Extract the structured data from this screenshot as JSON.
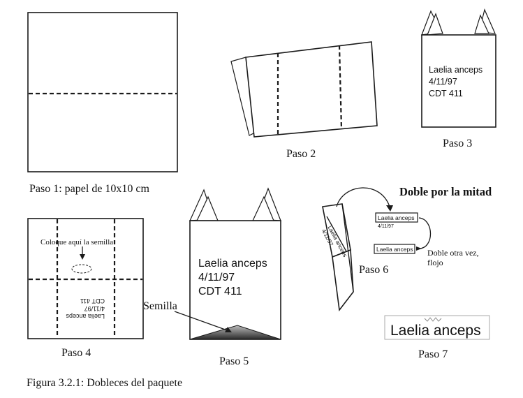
{
  "captions": {
    "paso1": "Paso 1: papel de 10x10 cm",
    "paso2": "Paso 2",
    "paso3": "Paso 3",
    "paso4": "Paso 4",
    "paso5": "Paso 5",
    "paso6": "Paso 6",
    "paso7": "Paso 7",
    "figura": "Figura 3.2.1: Dobleces del paquete"
  },
  "annotations": {
    "coloque": "Coloque aquí la semilla",
    "semilla": "Semilla",
    "doble_mitad": "Doble por la mitad",
    "doble_otra_1": "Doble otra vez,",
    "doble_otra_2": "flojo"
  },
  "label": {
    "line1": "Laelia anceps",
    "line2": "4/11/97",
    "line3": "CDT 411"
  },
  "colors": {
    "ink": "#1a1a1a",
    "paper": "#ffffff"
  }
}
